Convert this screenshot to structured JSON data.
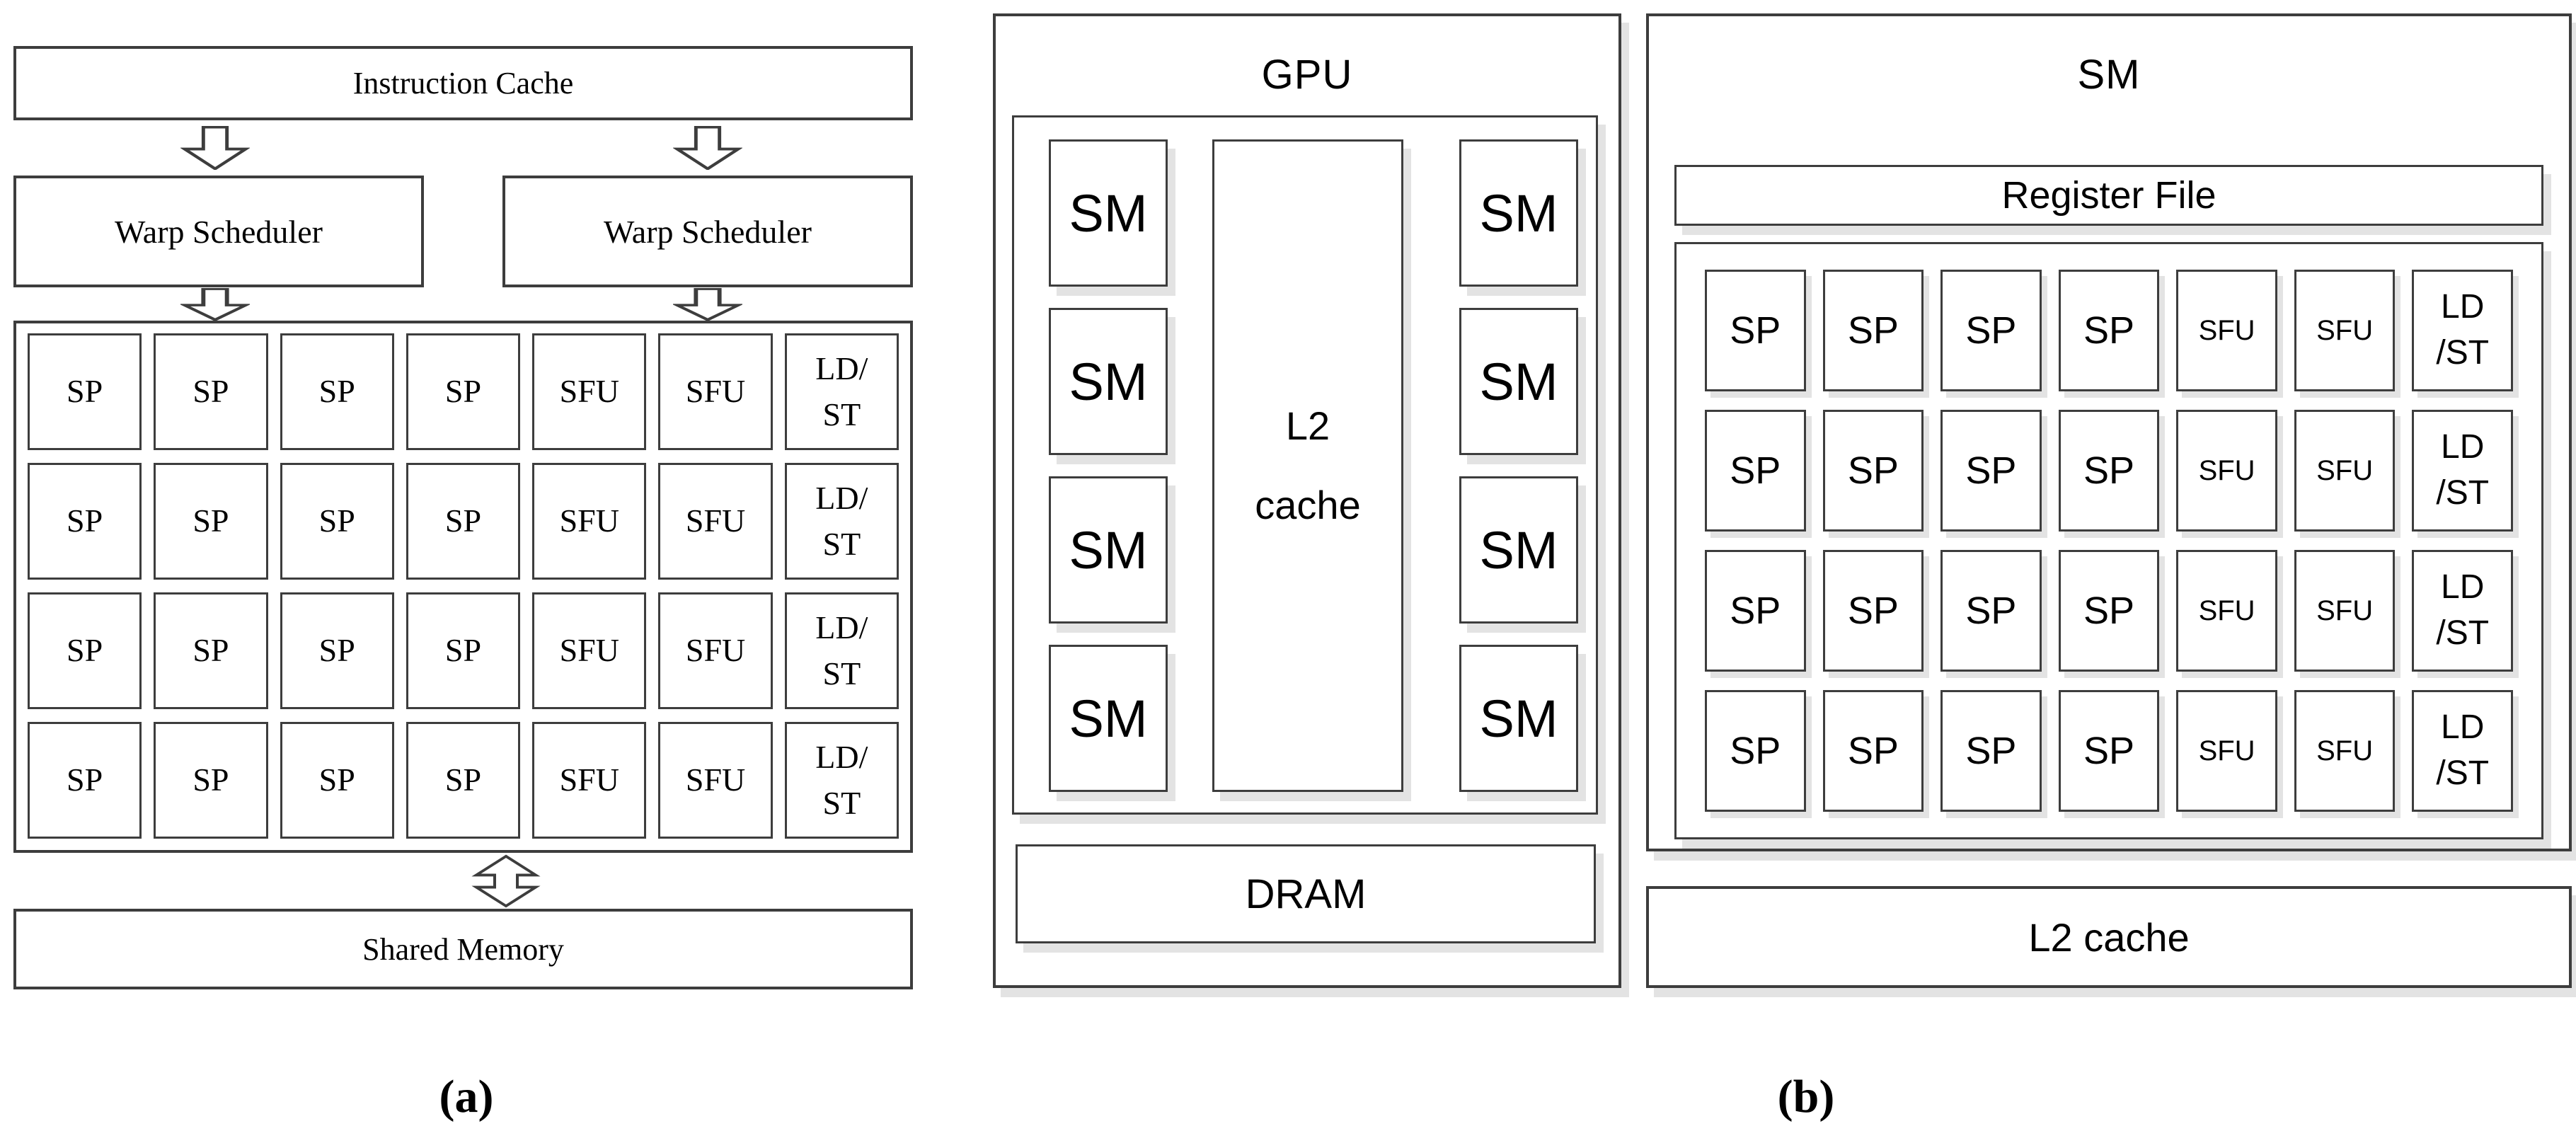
{
  "colors": {
    "background": "#ffffff",
    "line_dark": "#3d3d3d",
    "shadow": "#e3e3e3",
    "text": "#000000"
  },
  "panel_a": {
    "instruction_cache": "Instruction Cache",
    "warp_scheduler_left": "Warp Scheduler",
    "warp_scheduler_right": "Warp Scheduler",
    "grid_cells": [
      [
        "SP"
      ],
      [
        "SP"
      ],
      [
        "SP"
      ],
      [
        "SP"
      ],
      [
        "SFU"
      ],
      [
        "SFU"
      ],
      [
        "LD/",
        "ST"
      ],
      [
        "SP"
      ],
      [
        "SP"
      ],
      [
        "SP"
      ],
      [
        "SP"
      ],
      [
        "SFU"
      ],
      [
        "SFU"
      ],
      [
        "LD/",
        "ST"
      ],
      [
        "SP"
      ],
      [
        "SP"
      ],
      [
        "SP"
      ],
      [
        "SP"
      ],
      [
        "SFU"
      ],
      [
        "SFU"
      ],
      [
        "LD/",
        "ST"
      ],
      [
        "SP"
      ],
      [
        "SP"
      ],
      [
        "SP"
      ],
      [
        "SP"
      ],
      [
        "SFU"
      ],
      [
        "SFU"
      ],
      [
        "LD/",
        "ST"
      ]
    ],
    "shared_memory": "Shared Memory",
    "caption": "(a)"
  },
  "panel_gpu": {
    "title": "GPU",
    "sm_left": [
      "SM",
      "SM",
      "SM",
      "SM"
    ],
    "sm_right": [
      "SM",
      "SM",
      "SM",
      "SM"
    ],
    "l2_cache_lines": [
      "L2",
      "cache"
    ],
    "dram": "DRAM"
  },
  "panel_b": {
    "title": "SM",
    "register_file": "Register File",
    "grid_cells": [
      [
        "SP"
      ],
      [
        "SP"
      ],
      [
        "SP"
      ],
      [
        "SP"
      ],
      [
        "SFU"
      ],
      [
        "SFU"
      ],
      [
        "LD",
        "/ST"
      ],
      [
        "SP"
      ],
      [
        "SP"
      ],
      [
        "SP"
      ],
      [
        "SP"
      ],
      [
        "SFU"
      ],
      [
        "SFU"
      ],
      [
        "LD",
        "/ST"
      ],
      [
        "SP"
      ],
      [
        "SP"
      ],
      [
        "SP"
      ],
      [
        "SP"
      ],
      [
        "SFU"
      ],
      [
        "SFU"
      ],
      [
        "LD",
        "/ST"
      ],
      [
        "SP"
      ],
      [
        "SP"
      ],
      [
        "SP"
      ],
      [
        "SP"
      ],
      [
        "SFU"
      ],
      [
        "SFU"
      ],
      [
        "LD",
        "/ST"
      ]
    ],
    "l2_cache": "L2 cache",
    "caption": "(b)"
  }
}
